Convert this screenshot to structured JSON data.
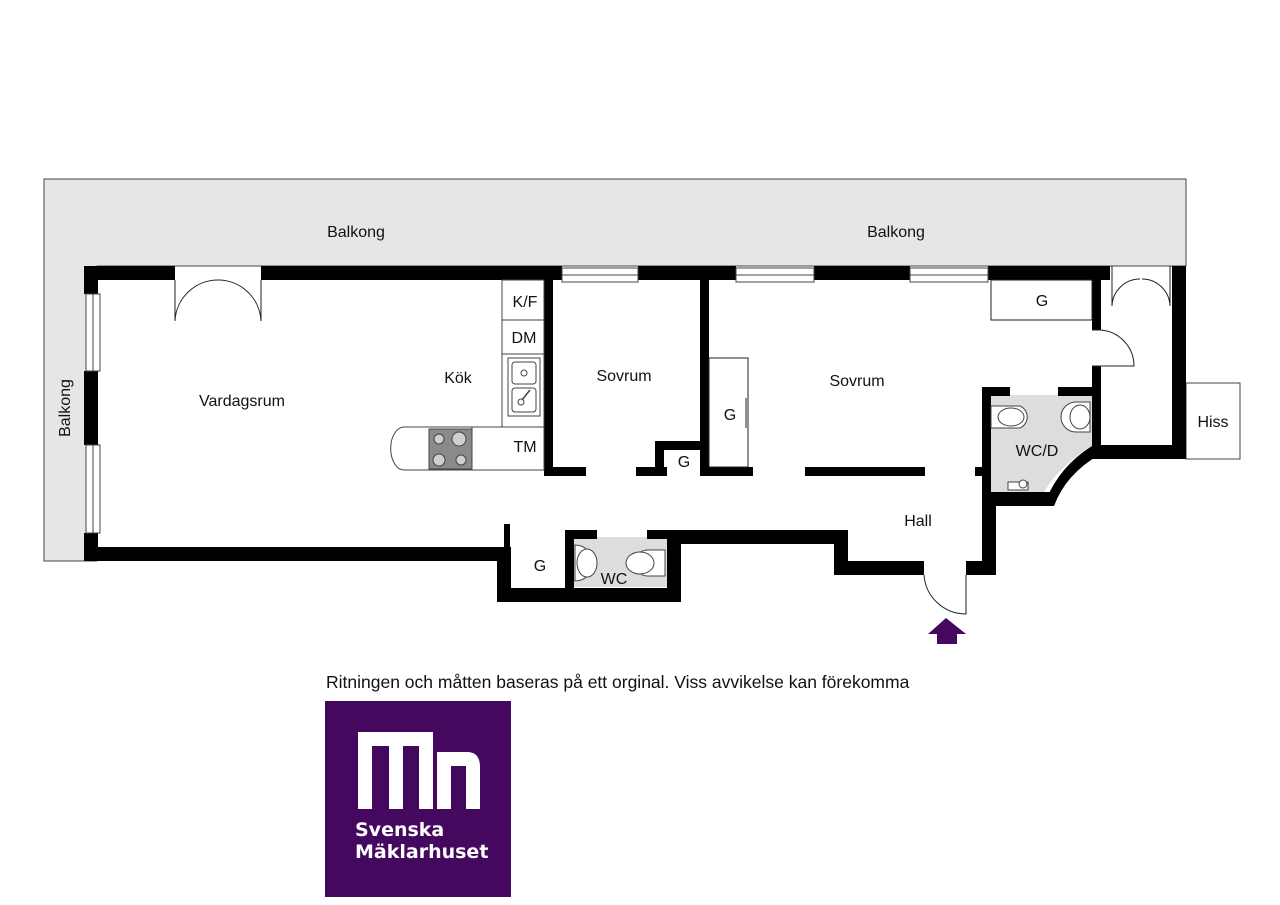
{
  "colors": {
    "wall": "#000000",
    "balcony_fill": "#e6e6e6",
    "bath_fill": "#dddddd",
    "brand_purple": "#44085f",
    "entrance_arrow": "#44085f"
  },
  "rooms": {
    "balkong_top_left": "Balkong",
    "balkong_top_right": "Balkong",
    "balkong_side": "Balkong",
    "vardagsrum": "Vardagsrum",
    "kok": "Kök",
    "kf": "K/F",
    "dm": "DM",
    "tm": "TM",
    "sovrum_1": "Sovrum",
    "sovrum_2": "Sovrum",
    "garderob_1": "G",
    "garderob_2": "G",
    "garderob_3": "G",
    "garderob_4": "G",
    "wc_d": "WC/D",
    "wc": "WC",
    "hall": "Hall",
    "hiss": "Hiss"
  },
  "disclaimer": "Ritningen och måtten baseras på ett orginal. Viss avvikelse kan förekomma",
  "logo": {
    "line1": "Svenska",
    "line2": "Mäklarhuset"
  }
}
